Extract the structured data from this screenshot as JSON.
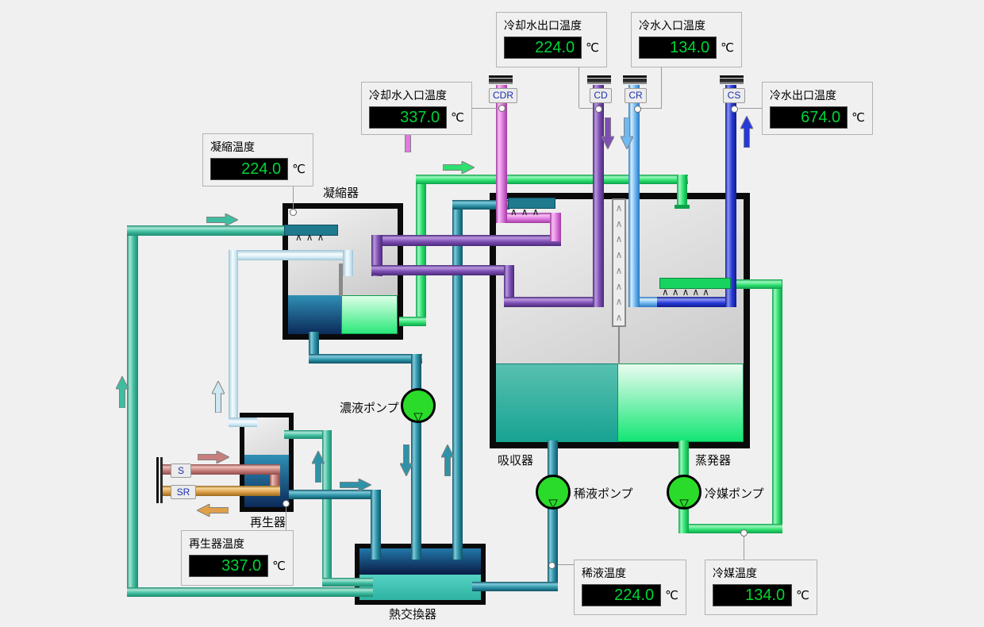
{
  "displays": [
    {
      "label": "冷却水出口温度",
      "value": "224.0",
      "unit": "℃"
    },
    {
      "label": "冷水入口温度",
      "value": "134.0",
      "unit": "℃"
    },
    {
      "label": "冷却水入口温度",
      "value": "337.0",
      "unit": "℃"
    },
    {
      "label": "冷水出口温度",
      "value": "674.0",
      "unit": "℃"
    },
    {
      "label": "凝縮温度",
      "value": "224.0",
      "unit": "℃"
    },
    {
      "label": "再生器温度",
      "value": "337.0",
      "unit": "℃"
    },
    {
      "label": "稀液温度",
      "value": "224.0",
      "unit": "℃"
    },
    {
      "label": "冷媒温度",
      "value": "134.0",
      "unit": "℃"
    }
  ],
  "chips": [
    {
      "label": "CDR"
    },
    {
      "label": "CD"
    },
    {
      "label": "CR"
    },
    {
      "label": "CS"
    },
    {
      "label": "S"
    },
    {
      "label": "SR"
    }
  ],
  "equipment": [
    {
      "label": "凝縮器"
    },
    {
      "label": "吸収器"
    },
    {
      "label": "蒸発器"
    },
    {
      "label": "再生器"
    },
    {
      "label": "熱交換器"
    }
  ],
  "pumps": [
    {
      "label": "濃液ポンプ"
    },
    {
      "label": "稀液ポンプ"
    },
    {
      "label": "冷媒ポンプ"
    }
  ],
  "colors": {
    "background": "#f0f0f0",
    "display_value": "#00d435",
    "display_bg": "#000000",
    "pump_green": "#2adb2a",
    "pipe_teal": "#2e93a8",
    "pipe_mint": "#3fbda0",
    "pipe_green": "#2ee06f",
    "pipe_light_blue": "#6fb9f2",
    "pipe_dark_blue": "#2739d8",
    "pipe_pale_blue": "#cfe8f3",
    "pipe_pink": "#e07ae0",
    "pipe_purple": "#7d4fb3",
    "pipe_salmon": "#c87f7c",
    "pipe_orange": "#dfa04a",
    "chip_text": "#1a2fae"
  }
}
